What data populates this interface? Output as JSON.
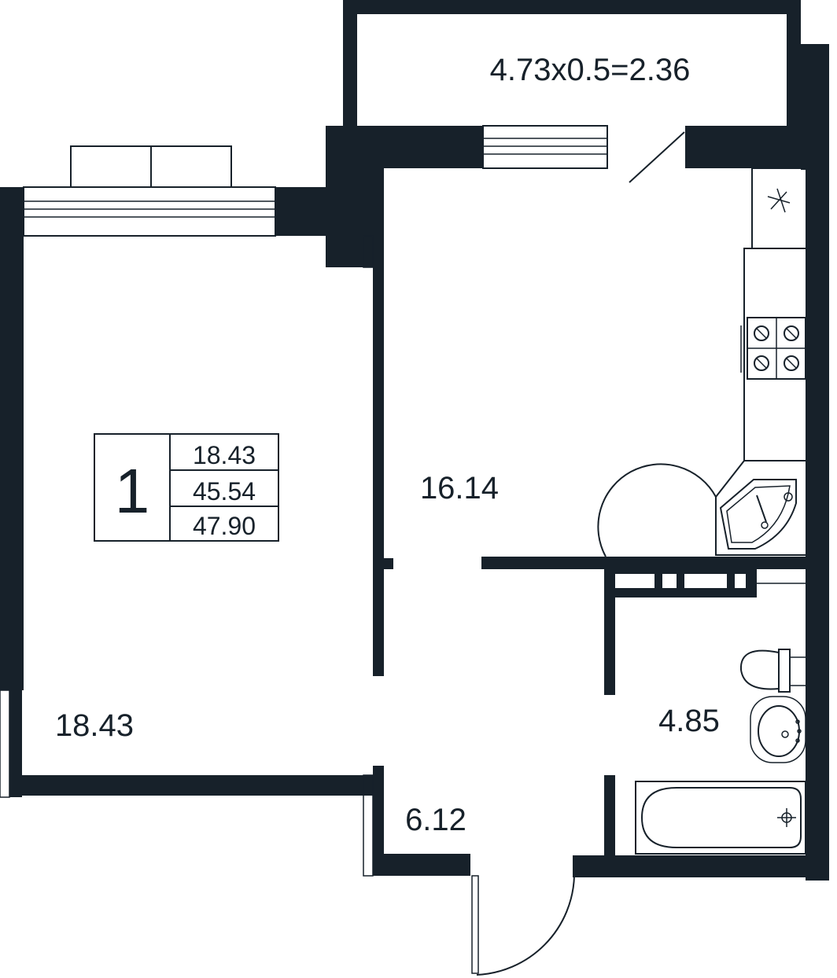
{
  "plan": {
    "balcony_label": "4.73x0.5=2.36",
    "rooms": [
      {
        "id": "bedroom",
        "area": "18.43"
      },
      {
        "id": "kitchen_living",
        "area": "16.14"
      },
      {
        "id": "bathroom",
        "area": "4.85"
      },
      {
        "id": "hallway",
        "area": "6.12"
      }
    ],
    "summary": {
      "room_count": "1",
      "living_area": "18.43",
      "total_area": "45.54",
      "total_with_balcony": "47.90"
    }
  },
  "colors": {
    "wall": "#17212a",
    "background": "#ffffff"
  }
}
